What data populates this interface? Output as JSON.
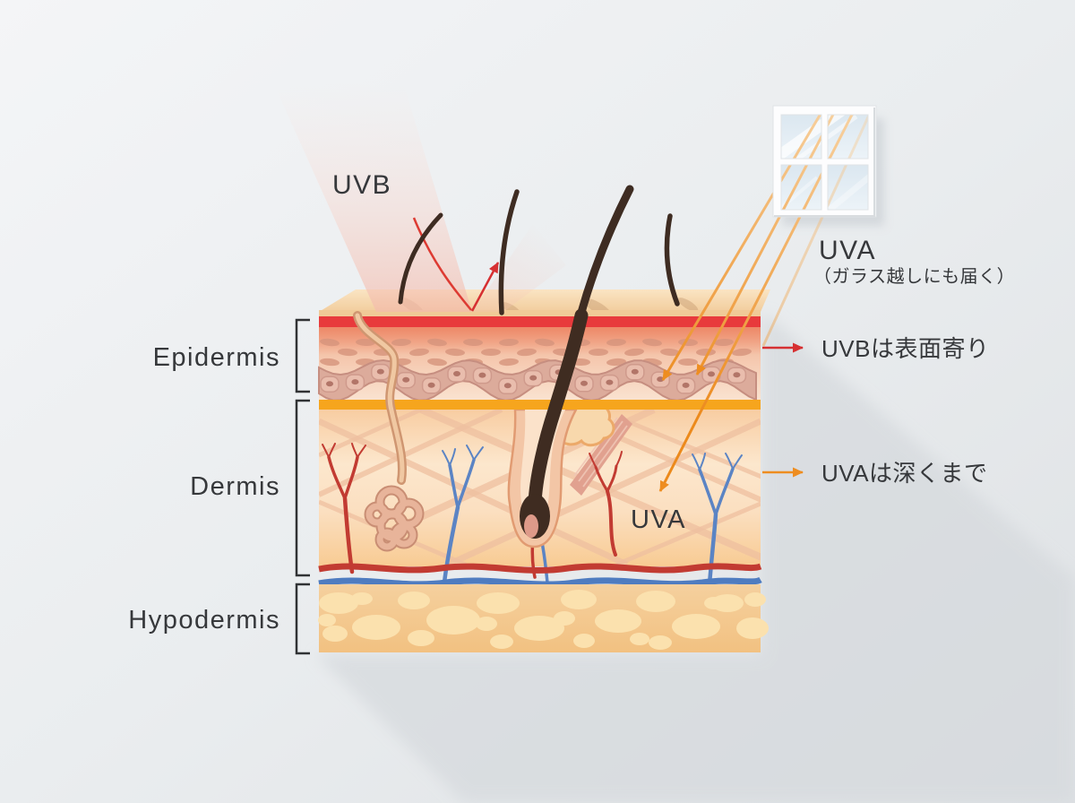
{
  "labels": {
    "uvb_beam": "UVB",
    "uva_window": "UVA",
    "uva_window_note": "（ガラス越しにも届く）",
    "uvb_annotation": "UVBは表面寄り",
    "uva_annotation": "UVAは深くまで",
    "uva_dermis": "UVA"
  },
  "layers": [
    {
      "label": "Epidermis"
    },
    {
      "label": "Dermis"
    },
    {
      "label": "Hypodermis"
    }
  ],
  "colors": {
    "uvb_red": "#d63032",
    "uva_orange": "#ee8d20",
    "epidermis_surface_band": "#e83a3c",
    "dermis_boundary_band": "#f6a51d",
    "text": "#36383b"
  }
}
